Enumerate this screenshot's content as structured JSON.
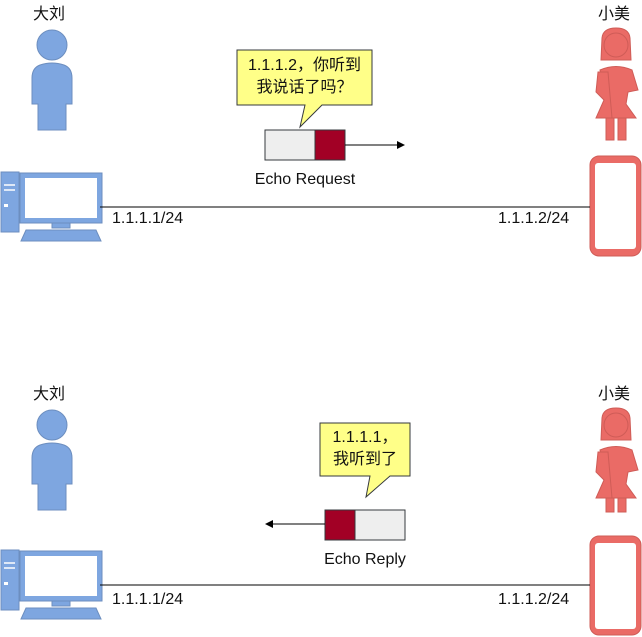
{
  "top": {
    "left_person": "大刘",
    "right_person": "小美",
    "left_ip": "1.1.1.1/24",
    "right_ip": "1.1.1.2/24",
    "bubble_line1": "1.1.1.2，你听到",
    "bubble_line2": "我说话了吗？",
    "packet_label": "Echo Request"
  },
  "bottom": {
    "left_person": "大刘",
    "right_person": "小美",
    "left_ip": "1.1.1.1/24",
    "right_ip": "1.1.1.2/24",
    "bubble_line1": "1.1.1.1，",
    "bubble_line2": "我听到了",
    "packet_label": "Echo Reply"
  },
  "colors": {
    "male": "#7ea6e0",
    "male_stroke": "#6c8ebf",
    "female": "#ea6b66",
    "female_stroke": "#cf5c57",
    "bubble_fill": "#ffff88",
    "bubble_stroke": "#36393d",
    "packet_empty": "#eeeeee",
    "packet_filled": "#a20025"
  },
  "icons": [
    "user-male-icon",
    "user-female-icon",
    "desktop-computer-icon",
    "smartphone-icon"
  ]
}
